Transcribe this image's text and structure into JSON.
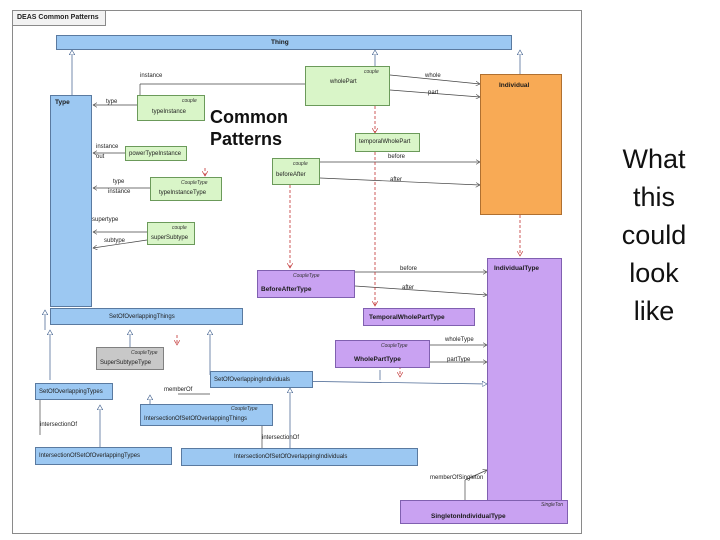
{
  "frame_title": "DEAS Common Patterns",
  "heading": [
    "Common",
    "Patterns"
  ],
  "side_text": [
    "What",
    "this",
    "could",
    "look",
    "like"
  ],
  "classes": {
    "thing": "Thing",
    "type": "Type",
    "individual": "Individual",
    "individual_type": "IndividualType",
    "type_instance": "typeInstance",
    "type_instance_stereo": "couple",
    "whole_part": "wholePart",
    "whole_part_stereo": "couple",
    "temporal_whole_part": "temporalWholePart",
    "before_after": "beforeAfter",
    "before_after_stereo": "couple",
    "power_type_instance": "powerTypeInstance",
    "type_instance_type": "typeInstanceType",
    "type_instance_type_stereo": "CoupleType",
    "super_subtype": "superSubtype",
    "super_subtype_stereo": "couple",
    "before_after_type": "BeforeAfterType",
    "before_after_type_stereo": "CoupleType",
    "temporal_whole_part_type": "TemporalWholePartType",
    "whole_part_type": "WholePartType",
    "whole_part_type_stereo": "CoupleType",
    "set_of_overlapping_things": "SetOfOverlappingThings",
    "super_subtype_type": "SuperSubtypeType",
    "super_subtype_type_stereo": "CoupleType",
    "set_of_overlapping_types": "SetOfOverlappingTypes",
    "set_of_overlapping_individuals": "SetOfOverlappingIndividuals",
    "intersection_things": "IntersectionOfSetOfOverlappingThings",
    "intersection_things_stereo": "CoupleType",
    "intersection_types": "IntersectionOfSetOfOverlappingTypes",
    "intersection_individuals": "IntersectionOfSetOfOverlappingIndividuals",
    "singleton_individual_type": "SingletonIndividualType",
    "singleton_stereo": "SingleTon"
  },
  "roles": {
    "instance_top": "instance",
    "type_left": "type",
    "instance_left": "instance",
    "power_out": "out",
    "type_left2": "type",
    "instance_left2": "instance",
    "supertype": "supertype",
    "subtype": "subtype",
    "whole": "whole",
    "part": "part",
    "before": "before",
    "after": "after",
    "before2": "before",
    "after2": "after",
    "whole_type": "wholeType",
    "part_type": "partType",
    "member_of": "memberOf",
    "intersection_of_1": "intersectionOf",
    "intersection_of_2": "intersectionOf",
    "member_of_singleton": "memberOfSingleton"
  }
}
